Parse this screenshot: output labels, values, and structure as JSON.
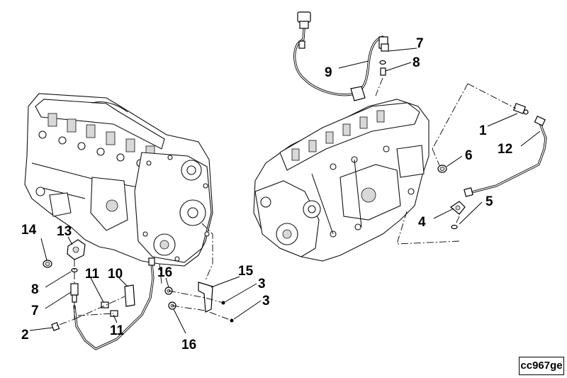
{
  "callouts": [
    {
      "id": "c1",
      "text": "1"
    },
    {
      "id": "c12",
      "text": "12"
    },
    {
      "id": "c6",
      "text": "6"
    },
    {
      "id": "c4",
      "text": "4"
    },
    {
      "id": "c5",
      "text": "5"
    },
    {
      "id": "c7a",
      "text": "7"
    },
    {
      "id": "c8a",
      "text": "8"
    },
    {
      "id": "c9",
      "text": "9"
    },
    {
      "id": "c14",
      "text": "14"
    },
    {
      "id": "c13",
      "text": "13"
    },
    {
      "id": "c8b",
      "text": "8"
    },
    {
      "id": "c7b",
      "text": "7"
    },
    {
      "id": "c11a",
      "text": "11"
    },
    {
      "id": "c10",
      "text": "10"
    },
    {
      "id": "c11b",
      "text": "11"
    },
    {
      "id": "c2",
      "text": "2"
    },
    {
      "id": "c16a",
      "text": "16"
    },
    {
      "id": "c16b",
      "text": "16"
    },
    {
      "id": "c15",
      "text": "15"
    },
    {
      "id": "c3a",
      "text": "3"
    },
    {
      "id": "c3b",
      "text": "3"
    }
  ],
  "reference_code": "cc967ge"
}
